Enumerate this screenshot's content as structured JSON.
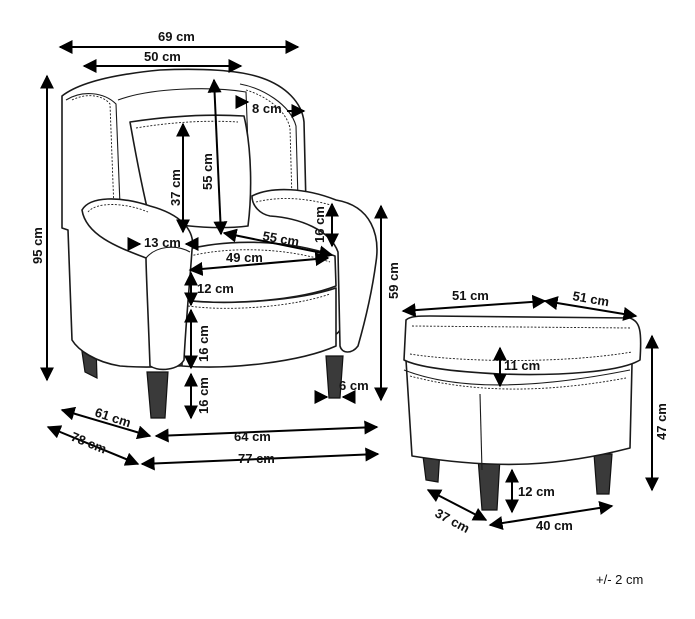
{
  "dimensions": {
    "armchair_width": "69 cm",
    "backrest_width": "50 cm",
    "wing_depth": "8 cm",
    "total_height": "95 cm",
    "backrest_height": "55 cm",
    "cushion_height": "37 cm",
    "seat_depth": "55 cm",
    "armrest_width": "13 cm",
    "armrest_height": "16 cm",
    "seat_width": "49 cm",
    "seat_cushion_thickness": "12 cm",
    "seat_base_height": "16 cm",
    "leg_height": "16 cm",
    "leg_width": "6 cm",
    "armrest_top_height": "59 cm",
    "front_width": "64 cm",
    "side_depth_inner": "61 cm",
    "side_depth_outer": "78 cm",
    "overall_width": "77 cm",
    "ottoman_length": "51 cm",
    "ottoman_width": "51 cm",
    "ottoman_cushion": "11 cm",
    "ottoman_height": "47 cm",
    "ottoman_leg_height": "12 cm",
    "ottoman_base_depth": "37 cm",
    "ottoman_base_width": "40 cm"
  },
  "tolerance": "+/- 2 cm"
}
